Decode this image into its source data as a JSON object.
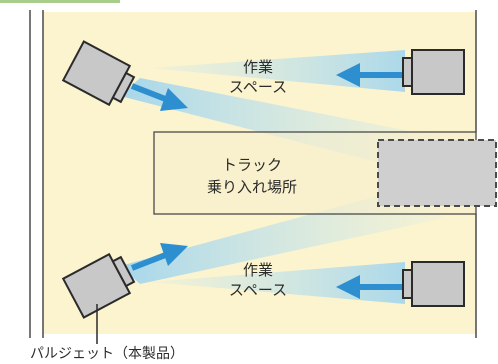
{
  "labels": {
    "work_space_top": [
      "作業",
      "スペース"
    ],
    "work_space_bottom": [
      "作業",
      "スペース"
    ],
    "truck_area": [
      "トラック",
      "乗り入れ場所"
    ],
    "product_caption": "パルジェット（本製品）"
  },
  "colors": {
    "area_fill": "#fbf4cf",
    "wall_line": "#4a4a4a",
    "beam": "#bfe3f4",
    "beam_dark": "#8fcbe8",
    "arrow": "#2d8fd0",
    "unit_fill": "#c8c8c8",
    "unit_stroke": "#2b2b2b",
    "truck_fill": "#cfcfcf",
    "truck_stroke": "#4a4a4a",
    "heading_green": "#6fae3f"
  },
  "icons": {
    "jet_fan_unit": "pulsejet-fan-unit",
    "airflow_arrow": "airflow-arrow"
  }
}
